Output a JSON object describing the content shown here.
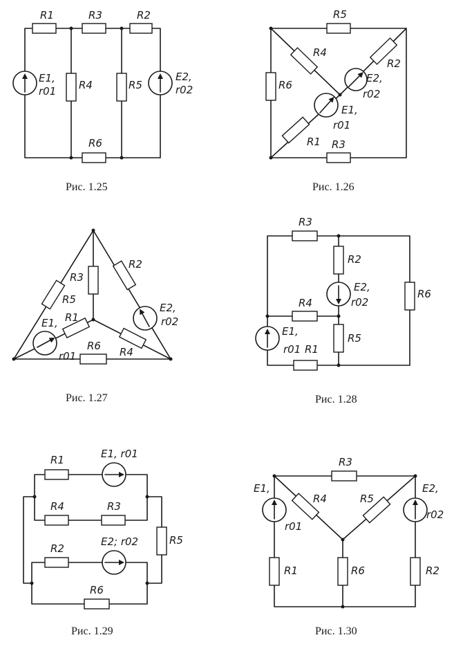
{
  "figures": [
    {
      "caption": "Рис. 1.25",
      "labels": {
        "R1": "R1",
        "R3": "R3",
        "R2": "R2",
        "R4": "R4",
        "R5": "R5",
        "R6": "R6",
        "E1": "E1,",
        "r01": "r01",
        "E2": "E2,",
        "r02": "r02"
      }
    },
    {
      "caption": "Рис. 1.26",
      "labels": {
        "R5": "R5",
        "R4": "R4",
        "R2": "R2",
        "R6": "R6",
        "E2": "E2,",
        "r02": "r02",
        "E1": "E1,",
        "r01": "r01",
        "R1": "R1",
        "R3": "R3"
      }
    },
    {
      "caption": "Рис. 1.27",
      "labels": {
        "R3": "R3",
        "R2": "R2",
        "R5": "R5",
        "E2": "E2,",
        "r02": "r02",
        "E1": "E1,",
        "R1": "R1",
        "r01": "r01",
        "R6": "R6",
        "R4": "R4"
      }
    },
    {
      "caption": "Рис. 1.28",
      "labels": {
        "R3": "R3",
        "R2": "R2",
        "E2": "E2,",
        "r02": "r02",
        "R6": "R6",
        "R4": "R4",
        "E1": "E1,",
        "r01": "r01",
        "R1": "R1",
        "R5": "R5"
      }
    },
    {
      "caption": "Рис. 1.29",
      "labels": {
        "R1": "R1",
        "E1": "E1, r01",
        "R4": "R4",
        "R3": "R3",
        "R5": "R5",
        "R2": "R2",
        "E2": "E2; r02",
        "R6": "R6"
      }
    },
    {
      "caption": "Рис. 1.30",
      "labels": {
        "R3": "R3",
        "E1": "E1,",
        "r01": "r01",
        "R4": "R4",
        "R5": "R5",
        "E2": "E2,",
        "r02": "r02",
        "R1": "R1",
        "R6": "R6",
        "R2": "R2"
      }
    }
  ]
}
